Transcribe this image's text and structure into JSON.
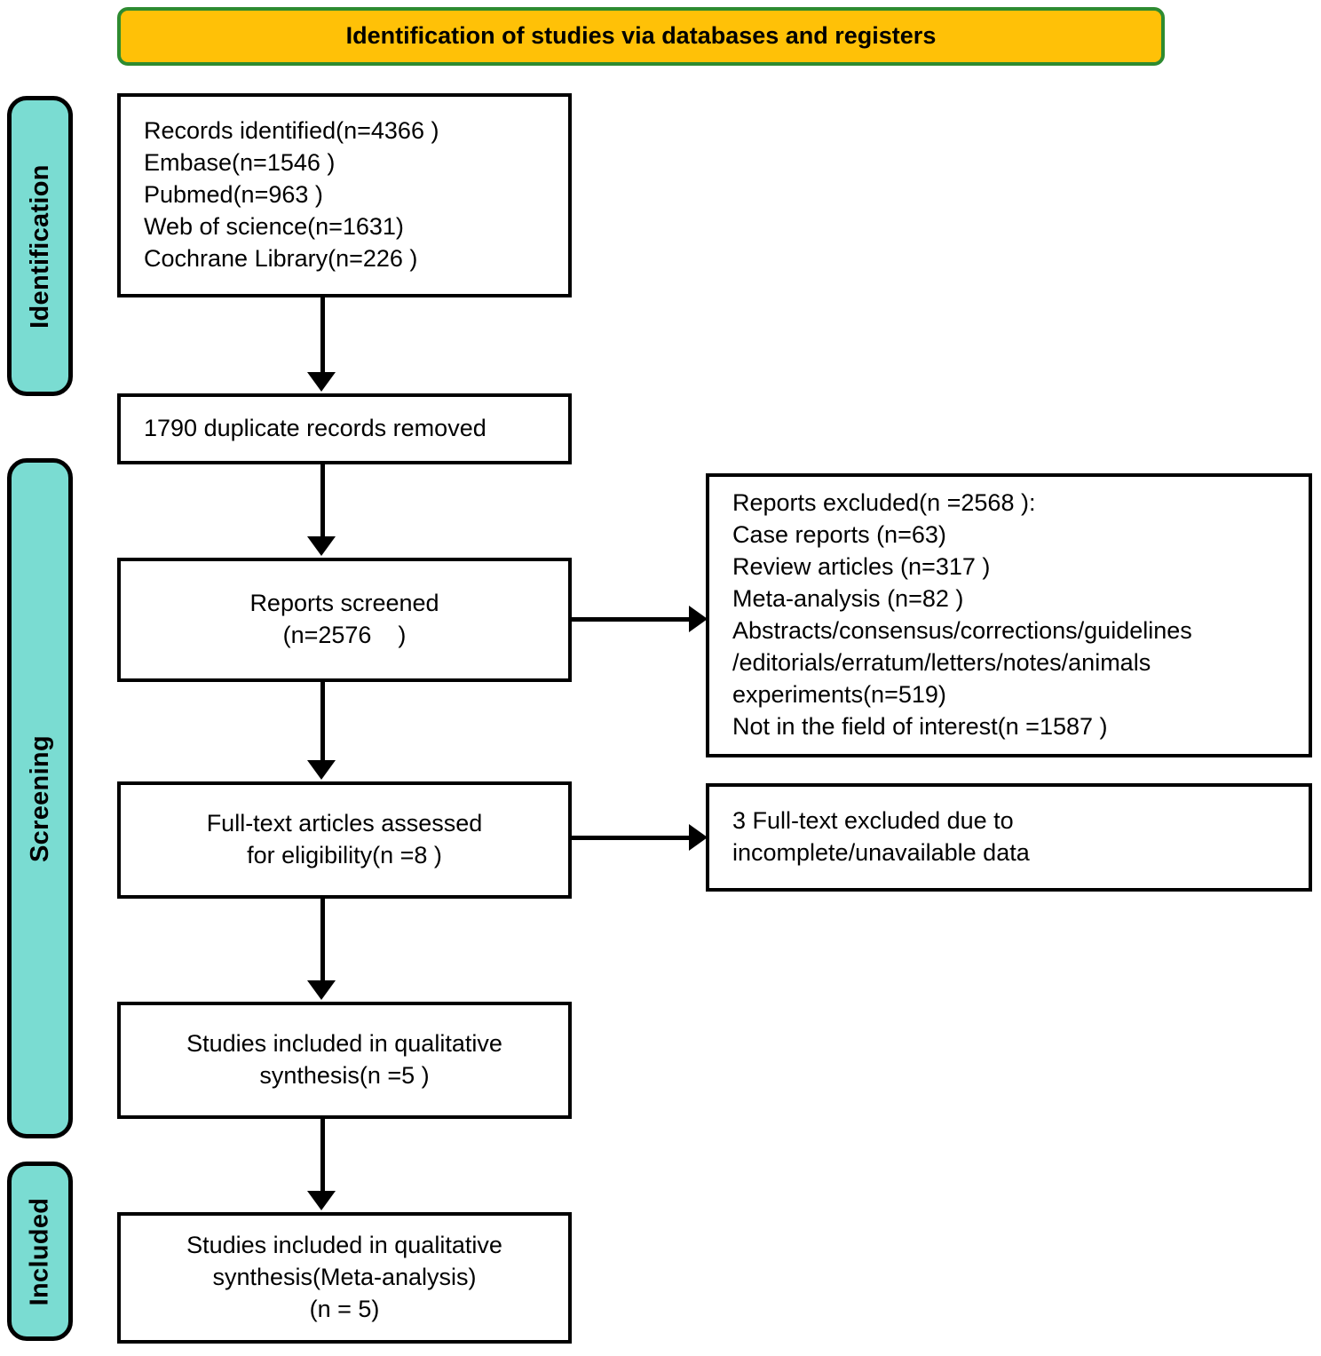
{
  "banner": {
    "title": "Identification of studies via databases and registers",
    "fill_color": "#FFC107",
    "border_color": "#2E8B30"
  },
  "stages": {
    "fill_color": "#7ADCD2",
    "border_color": "#000000",
    "identification": "Identification",
    "screening": "Screening",
    "included": "Included"
  },
  "boxes": {
    "records_identified": {
      "lines": [
        "Records identified(n=4366 )",
        "Embase(n=1546 )",
        "Pubmed(n=963 )",
        "Web of science(n=1631)",
        "Cochrane Library(n=226 )"
      ]
    },
    "duplicates_removed": {
      "lines": [
        "1790 duplicate records removed"
      ]
    },
    "reports_screened": {
      "lines": [
        "Reports screened",
        "(n=2576    )"
      ]
    },
    "reports_excluded": {
      "lines": [
        "Reports excluded(n =2568 ):",
        "Case reports (n=63)",
        "Review articles (n=317 )",
        "Meta-analysis (n=82 )",
        "Abstracts/consensus/corrections/guidelines",
        "/editorials/erratum/letters/notes/animals",
        "experiments(n=519)",
        "Not in the field of interest(n =1587 )"
      ]
    },
    "fulltext_assessed": {
      "lines": [
        "Full-text articles assessed",
        "for eligibility(n =8 )"
      ]
    },
    "fulltext_excluded": {
      "lines": [
        "3 Full-text excluded due to",
        "incomplete/unavailable data"
      ]
    },
    "qualitative_synthesis": {
      "lines": [
        "Studies included in qualitative",
        "synthesis(n =5 )"
      ]
    },
    "meta_analysis": {
      "lines": [
        "Studies included in qualitative",
        "synthesis(Meta-analysis)",
        "(n = 5)"
      ]
    }
  }
}
